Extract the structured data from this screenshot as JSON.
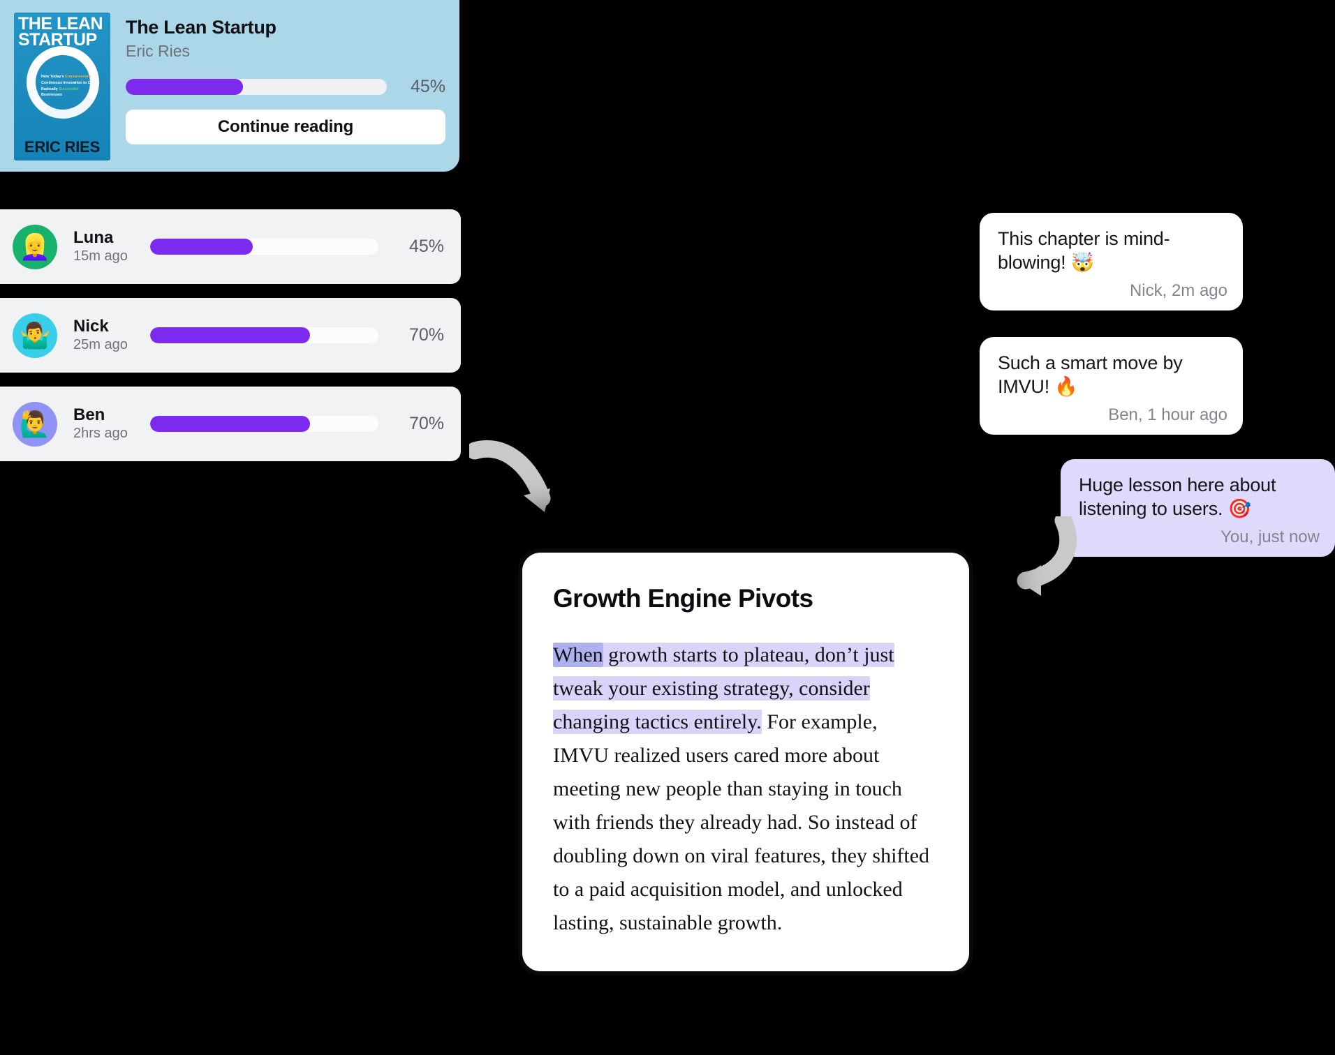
{
  "book": {
    "cover": {
      "title_line1": "THE LEAN",
      "title_line2": "STARTUP",
      "subtitle": "How Today's Entrepreneurs Use Continuous Innovation to Create Radically Successful Businesses",
      "author": "ERIC RIES"
    },
    "title": "The Lean Startup",
    "author": "Eric Ries",
    "progress_pct": 45,
    "progress_label": "45%",
    "continue_label": "Continue reading"
  },
  "readers": [
    {
      "name": "Luna",
      "time": "15m ago",
      "progress_pct": 45,
      "progress_label": "45%",
      "avatar_emoji": "👱‍♀️",
      "avatar_color": "#19B26D",
      "avatar_icon": "woman-blonde-avatar"
    },
    {
      "name": "Nick",
      "time": "25m ago",
      "progress_pct": 70,
      "progress_label": "70%",
      "avatar_emoji": "🤷‍♂️",
      "avatar_color": "#3ACFE8",
      "avatar_icon": "man-shrugging-avatar"
    },
    {
      "name": "Ben",
      "time": "2hrs ago",
      "progress_pct": 70,
      "progress_label": "70%",
      "avatar_emoji": "🙋‍♂️",
      "avatar_color": "#8E93F4",
      "avatar_icon": "man-raising-hand-avatar"
    }
  ],
  "comments": [
    {
      "text": "This chapter is mind-blowing! 🤯",
      "meta": "Nick, 2m ago",
      "style": "white"
    },
    {
      "text": "Such a smart move by IMVU! 🔥",
      "meta": "Ben, 1 hour ago",
      "style": "white"
    },
    {
      "text": "Huge lesson here about listening to users. 🎯",
      "meta": "You, just now",
      "style": "purple"
    }
  ],
  "chapter": {
    "title": "Growth Engine Pivots",
    "highlight_first_word": "When",
    "highlight_rest": " growth starts to plateau, don’t just tweak your existing strategy, consider changing tactics entirely.",
    "body_rest": " For example, IMVU realized users cared more about meeting new people than staying in touch with friends they already had. So instead of doubling down on viral features, they shifted to a paid acquisition model, and unlocked lasting, sustainable growth."
  },
  "colors": {
    "accent_purple": "#7C2AEE",
    "book_card_bg": "#ACD7E8",
    "highlight": "#D9D4F8",
    "highlight_strong": "#AFB0EE",
    "bubble_purple": "#DEDAFB",
    "page_bg": "#000000"
  }
}
